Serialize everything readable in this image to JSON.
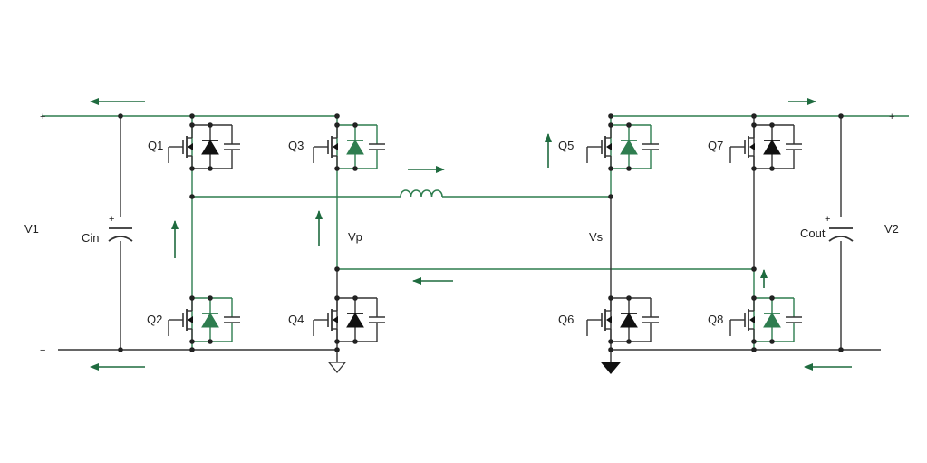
{
  "labels": {
    "v1": "V1",
    "v2": "V2",
    "cin": "Cin",
    "cout": "Cout",
    "vp": "Vp",
    "vs": "Vs"
  },
  "switches": {
    "q1": "Q1",
    "q2": "Q2",
    "q3": "Q3",
    "q4": "Q4",
    "q5": "Q5",
    "q6": "Q6",
    "q7": "Q7",
    "q8": "Q8"
  },
  "polarity": {
    "v1_plus": "+",
    "v1_minus": "−",
    "v2_plus": "+",
    "cin_plus": "+",
    "cout_plus": "+"
  },
  "diode_state": {
    "q1": "dark",
    "q2": "green",
    "q3": "green",
    "q4": "dark",
    "q5": "green",
    "q6": "dark",
    "q7": "dark",
    "q8": "green"
  },
  "colors": {
    "wire_dark": "#333333",
    "wire_green": "#2e7d4f",
    "arrow_green": "#1f6b3f",
    "diode_green": "#2e7d4f",
    "diode_dark": "#111111"
  }
}
